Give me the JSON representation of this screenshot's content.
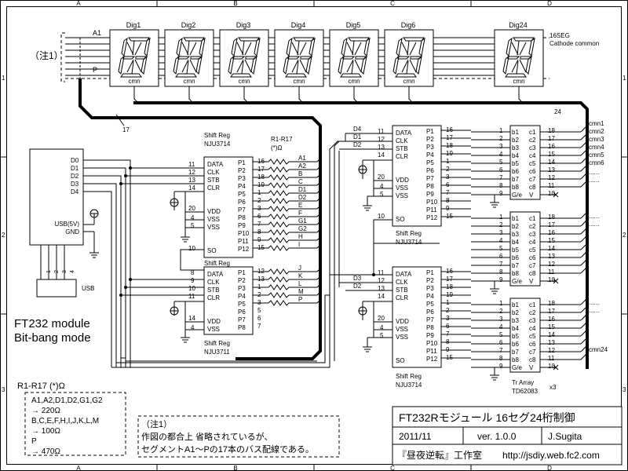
{
  "frame": {
    "columns": [
      "A",
      "B",
      "C",
      "D"
    ],
    "rows": [
      "1",
      "2",
      "3"
    ]
  },
  "note_marker": "（注1）",
  "bus_a1": "A1",
  "bus_p": "P",
  "displays": {
    "labels": [
      "Dig1",
      "Dig2",
      "Dig3",
      "Dig4",
      "Dig5",
      "Dig6",
      "Dig24"
    ],
    "cmn": "cmn",
    "type_line1": "16SEG",
    "type_line2": "Cathode common",
    "bus_count_17": "17",
    "bus_count_24": "24"
  },
  "ft232": {
    "pins": [
      "D0",
      "D1",
      "D2",
      "D3",
      "D4"
    ],
    "usb_power": "USB(5V)",
    "gnd": "GND",
    "usb": "USB",
    "usb_pins": [
      "1",
      "2",
      "3",
      "4"
    ],
    "title_line1": "FT232 module",
    "title_line2": "Bit-bang mode"
  },
  "shift_left_top": {
    "name": "Shift Reg",
    "part": "NJU3714",
    "pins_left": [
      "DATA",
      "CLK",
      "STB",
      "CLR",
      "VDD",
      "VSS",
      "VSS",
      "SO"
    ],
    "pin_nums_left": [
      "11",
      "12",
      "13",
      "14",
      "20",
      "4",
      "5",
      "10"
    ],
    "pins_right": [
      "P1",
      "P2",
      "P3",
      "P4",
      "P5",
      "P6",
      "P7",
      "P8",
      "P9",
      "P10",
      "P11",
      "P12"
    ],
    "pin_nums_right": [
      "16",
      "17",
      "18",
      "19",
      "1",
      "2",
      "3",
      "6",
      "7",
      "8",
      "9",
      "15"
    ]
  },
  "shift_left_bottom": {
    "name": "Shift Reg",
    "part": "NJU3711",
    "pins_left": [
      "DATA",
      "CLK",
      "STB",
      "CLR",
      "VDD",
      "VSS"
    ],
    "pin_nums_left": [
      "8",
      "9",
      "10",
      "11",
      "14",
      "4"
    ],
    "pins_right": [
      "P1",
      "P2",
      "P3",
      "P4",
      "P5",
      "P6",
      "P7",
      "P8"
    ],
    "pin_nums_right": [
      "12",
      "13",
      "1",
      "2",
      "3",
      "5",
      "6",
      "7"
    ]
  },
  "resistors": {
    "title": "R1-R17",
    "star": "(*)Ω",
    "segments": [
      "A1",
      "A2",
      "B",
      "C",
      "D1",
      "D2",
      "E",
      "F",
      "G1",
      "G2",
      "H",
      "I",
      "J",
      "K",
      "L",
      "M",
      "P"
    ]
  },
  "shift_right_top": {
    "name": "Shift Reg",
    "part": "NJU3714",
    "inputs": [
      "D4",
      "D1",
      "D2"
    ],
    "pins_left": [
      "DATA",
      "CLK",
      "STB",
      "CLR",
      "VDD",
      "VSS",
      "VSS",
      "SO"
    ],
    "pin_nums_left": [
      "11",
      "12",
      "13",
      "14",
      "20",
      "4",
      "5",
      "10"
    ],
    "pins_right": [
      "P1",
      "P2",
      "P3",
      "P4",
      "P5",
      "P6",
      "P7",
      "P8",
      "P9",
      "P10",
      "P11",
      "P12"
    ],
    "pin_nums_right": [
      "16",
      "17",
      "18",
      "19",
      "1",
      "2",
      "3",
      "6",
      "7",
      "8",
      "9",
      "15"
    ]
  },
  "shift_right_bottom": {
    "name": "Shift Reg",
    "part": "NJU3714",
    "inputs": [
      "D3",
      "D2"
    ],
    "pins_left": [
      "DATA",
      "CLK",
      "STB",
      "CLR",
      "VDD",
      "VSS",
      "VSS",
      "SO"
    ],
    "pin_nums_left": [
      "11",
      "12",
      "13",
      "14",
      "20",
      "4",
      "5",
      "10"
    ],
    "pins_right": [
      "P1",
      "P2",
      "P3",
      "P4",
      "P5",
      "P6",
      "P7",
      "P8",
      "P9",
      "P10",
      "P11",
      "P12"
    ],
    "pin_nums_right": [
      "16",
      "17",
      "18",
      "19",
      "1",
      "2",
      "3",
      "6",
      "7",
      "8",
      "9",
      "15"
    ]
  },
  "tr_array": {
    "pins_b": [
      "b1",
      "b2",
      "b3",
      "b4",
      "b5",
      "b6",
      "b7",
      "b8",
      "G/e"
    ],
    "pins_c": [
      "c1",
      "c2",
      "c3",
      "c4",
      "c5",
      "c6",
      "c7",
      "c8",
      "V"
    ],
    "in_nums": [
      "1",
      "2",
      "3",
      "4",
      "5",
      "6",
      "7",
      "8",
      "9"
    ],
    "out_nums": [
      "18",
      "17",
      "16",
      "15",
      "14",
      "13",
      "12",
      "11",
      "10"
    ],
    "name": "Tr Array",
    "part": "TD62083",
    "count": "x3"
  },
  "cmn_labels": [
    "cmn1",
    "cmn2",
    "cmn3",
    "cmn4",
    "cmn5",
    "cmn6",
    "......",
    "......",
    "cmn24"
  ],
  "dots": [
    "......",
    "......",
    "......",
    "......"
  ],
  "resistor_values": {
    "title": "R1-R17 (*)Ω",
    "lines": [
      "A1,A2,D1,D2,G1,G2",
      "→ 220Ω",
      "B,C,E,F,H,I,J,K,L,M",
      "→ 100Ω",
      "P",
      "→ 470Ω"
    ]
  },
  "note": {
    "title": "（注1）",
    "line1": "作図の都合上 省略されているが、",
    "line2": "セグメントA1〜Pの17本のバス配線である。"
  },
  "title_block": {
    "title": "FT232Rモジュール 16セグ24桁制御",
    "date": "2011/11",
    "version": "ver. 1.0.0",
    "author": "J.Sugita",
    "studio": "『昼夜逆転』工作室",
    "url": "http://jsdiy.web.fc2.com"
  }
}
